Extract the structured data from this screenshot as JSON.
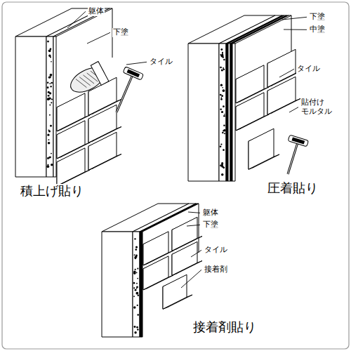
{
  "diagram": {
    "labels": [
      "躯体",
      "下塗",
      "タイル",
      "積上げ貼り",
      "下塗",
      "中塗",
      "タイル",
      "貼付け モルタル",
      "圧着貼り",
      "躯体",
      "下塗",
      "タイル",
      "接着剤",
      "接着剤貼り"
    ]
  }
}
